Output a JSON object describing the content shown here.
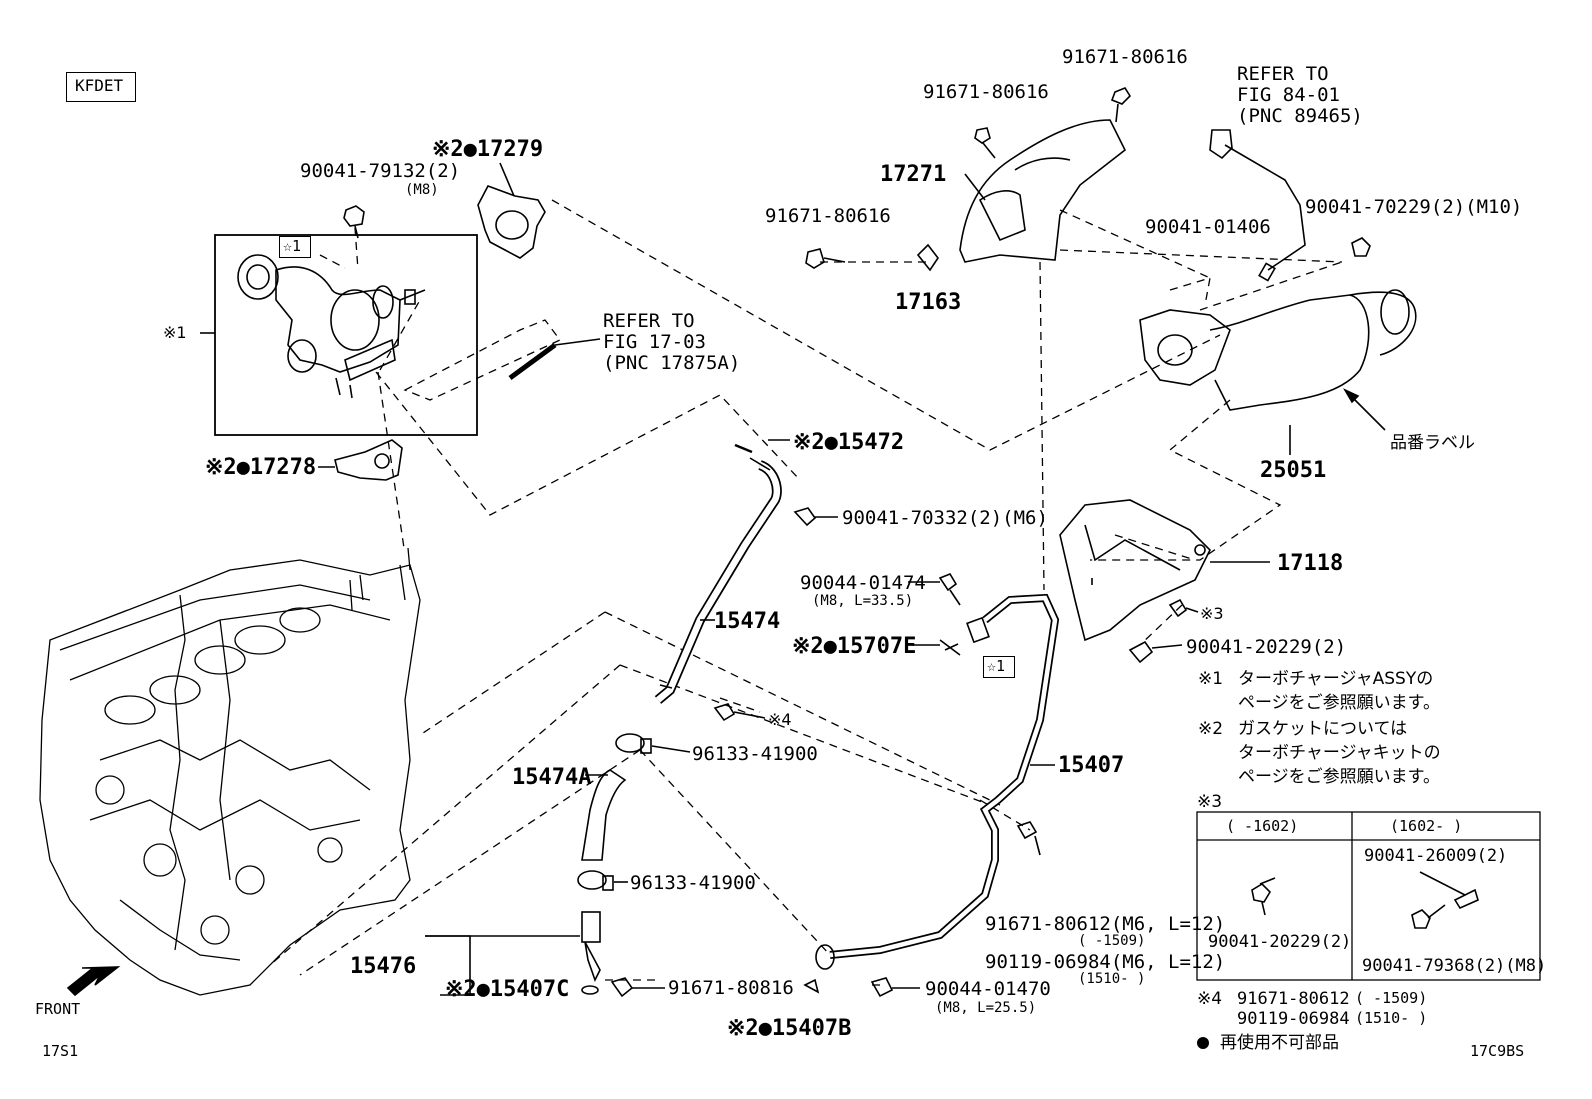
{
  "header": {
    "code": "KFDET"
  },
  "footer": {
    "left_code": "17S1",
    "right_code": "17C9BS",
    "front_label": "FRONT"
  },
  "labels": {
    "p17279": "※2●17279",
    "p90041_79132": "90041-79132(2)",
    "p90041_79132_note": "(M8)",
    "star1_turbo": "☆1",
    "note1_ref": "※1",
    "p17278": "※2●17278",
    "refer_fig17": [
      "REFER TO",
      "FIG 17-03",
      "(PNC 17875A)"
    ],
    "p91671_80616_top": "91671-80616",
    "p91671_80616_mid": "91671-80616",
    "p91671_80616_left": "91671-80616",
    "p17271": "17271",
    "p17163": "17163",
    "refer_fig84": [
      "REFER TO",
      "FIG 84-01",
      "(PNC 89465)"
    ],
    "p90041_70229": "90041-70229(2)(M10)",
    "p90041_01406": "90041-01406",
    "label_tag": "品番ラベル",
    "p25051": "25051",
    "p15472": "※2●15472",
    "p90041_70332": "90041-70332(2)(M6)",
    "p17118": "17118",
    "p15474": "15474",
    "p90044_01474": "90044-01474",
    "p90044_01474_note": "(M8, L=33.5)",
    "p15707E": "※2●15707E",
    "star1_pipe": "☆1",
    "p90041_20229_main": "90041-20229(2)",
    "ref3": "※3",
    "p96133_41900_a": "96133-41900",
    "p15474A": "15474A",
    "p15407": "15407",
    "p96133_41900_b": "96133-41900",
    "p91671_80612": "91671-80612(M6, L=12)",
    "p91671_80612_range": "(      -1509)",
    "p90119_06984": "90119-06984(M6, L=12)",
    "p90119_06984_range": "(1510-      )",
    "p15476": "15476",
    "p15407C": "※2●15407C",
    "p91671_80816": "91671-80816",
    "p90044_01470": "90044-01470",
    "p90044_01470_note": "(M8, L=25.5)",
    "p15407B": "※2●15407B"
  },
  "notes": [
    {
      "mark": "※1",
      "lines": [
        "ターボチャージャASSYの",
        "ページをご参照願います。"
      ]
    },
    {
      "mark": "※2",
      "lines": [
        "ガスケットについては",
        "ターボチャージャキットの",
        "ページをご参照願います。"
      ]
    }
  ],
  "table": {
    "title": "※3",
    "headers": [
      "(      -1602)",
      "(1602-      )"
    ],
    "left_part": "90041-20229(2)",
    "right_parts": [
      "90041-26009(2)",
      "90041-79368(2)(M8)"
    ]
  },
  "footnote4": {
    "mark": "※4",
    "rows": [
      {
        "part": "91671-80612",
        "range": "(      -1509)"
      },
      {
        "part": "90119-06984",
        "range": "(1510-      )"
      }
    ]
  },
  "legend": {
    "bullet": "●",
    "text": "再使用不可部品"
  }
}
